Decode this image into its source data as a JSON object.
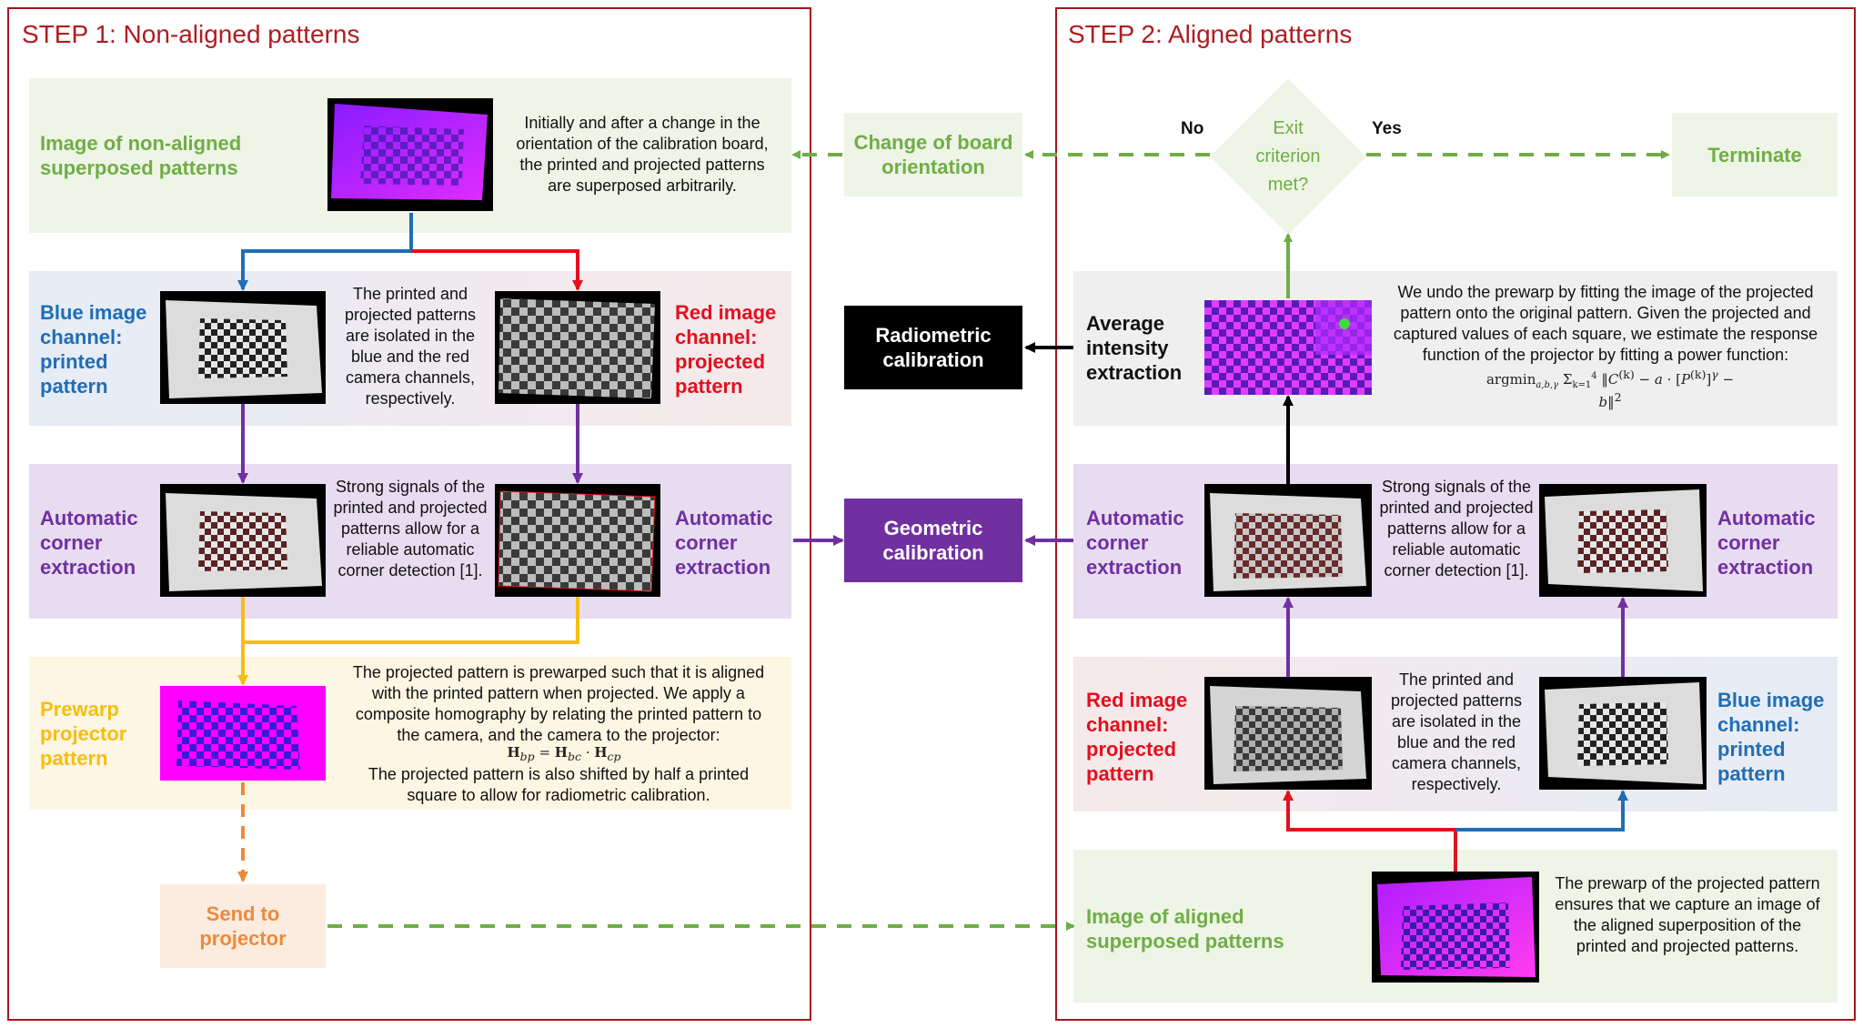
{
  "step1": {
    "title": "STEP 1: Non-aligned patterns",
    "nonaligned_label": "Image of non-aligned superposed patterns",
    "nonaligned_desc": "Initially and after a change in the orientation of the calibration board, the printed and projected patterns are superposed arbitrarily.",
    "blue_label": "Blue image channel: printed pattern",
    "red_label": "Red image channel: projected pattern",
    "channel_desc": "The printed and projected patterns are isolated in the blue and the red camera channels, respectively.",
    "corner_label_left": "Automatic corner extraction",
    "corner_label_right": "Automatic corner extraction",
    "corner_desc": "Strong signals of the printed and projected patterns allow for a reliable automatic corner detection [1].",
    "prewarp_label": "Prewarp projector pattern",
    "prewarp_desc_1": "The projected pattern is prewarped such that it is aligned with the printed pattern when projected. We apply a composite homography by relating the printed pattern to the camera, and the camera to the projector:",
    "prewarp_desc_2": "The projected pattern is also shifted by half a printed square to allow for radiometric calibration.",
    "send_label": "Send to projector"
  },
  "middle": {
    "change_label": "Change of board orientation",
    "radiometric_label": "Radiometric calibration",
    "geometric_label": "Geometric calibration"
  },
  "step2": {
    "title": "STEP 2: Aligned patterns",
    "exit_label": "Exit criterion met?",
    "no_label": "No",
    "yes_label": "Yes",
    "terminate_label": "Terminate",
    "intensity_label": "Average intensity extraction",
    "intensity_desc": "We undo the prewarp by fitting the image of the projected pattern onto the original pattern. Given the projected and captured values of each square, we estimate the response function of the projector by fitting a power function:",
    "corner_label_left": "Automatic corner extraction",
    "corner_label_right": "Automatic corner extraction",
    "corner_desc": "Strong signals of the printed and projected patterns allow for a reliable automatic corner detection [1].",
    "red_label": "Red image channel: projected pattern",
    "blue_label": "Blue image channel: printed pattern",
    "channel_desc": "The printed and projected patterns are isolated in the blue and the red camera channels, respectively.",
    "aligned_label": "Image of aligned superposed patterns",
    "aligned_desc": "The prewarp of the projected pattern ensures that we capture an image of the aligned superposition of the printed and projected patterns."
  },
  "colors": {
    "frame": "#a5161e",
    "green": "#70ad47",
    "blue": "#1f6eb5",
    "red": "#e3101e",
    "purple": "#7030a0",
    "yellow": "#f6be10",
    "orange": "#ed8a3a"
  }
}
